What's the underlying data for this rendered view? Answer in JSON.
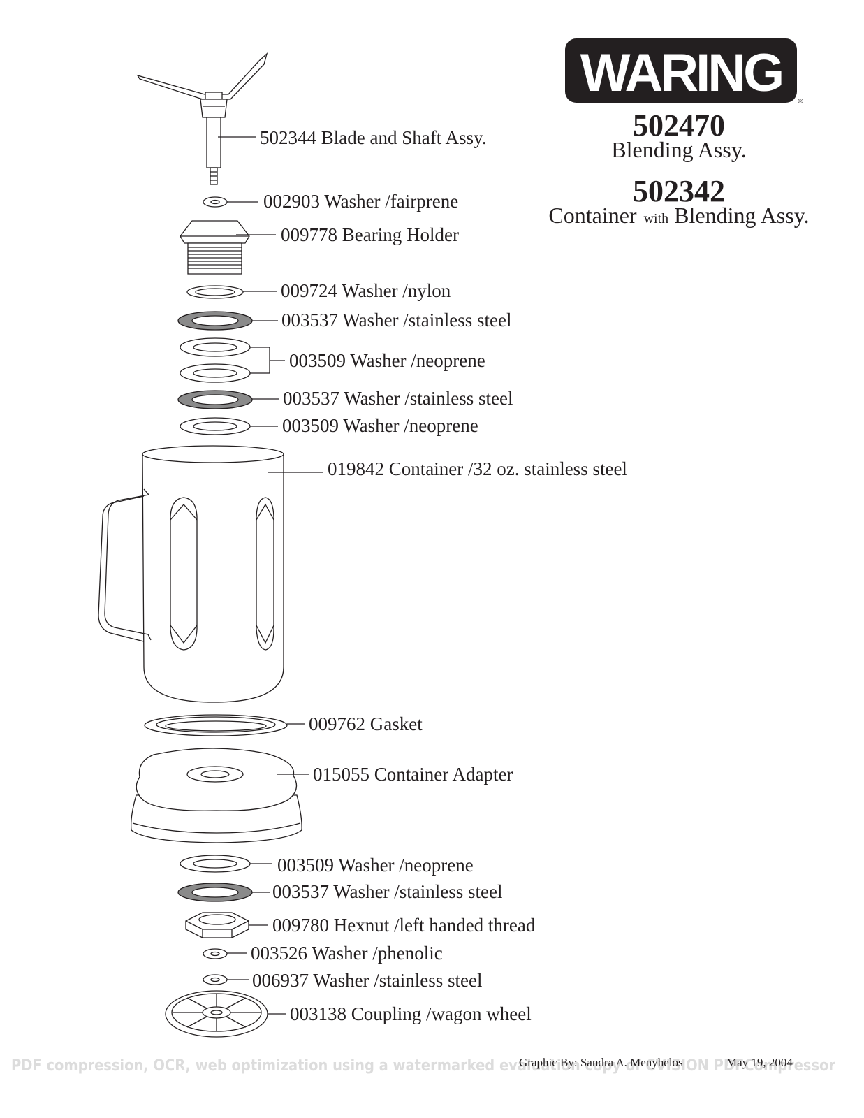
{
  "brand": {
    "logo_text": "WARING",
    "registered_mark": "®"
  },
  "header": {
    "model_1_number": "502470",
    "model_1_name": "Blending Assy.",
    "model_2_number": "502342",
    "model_2_name_part1": "Container",
    "model_2_name_with": "with",
    "model_2_name_part2": "Blending Assy."
  },
  "parts": [
    {
      "number": "502344",
      "name": "Blade and Shaft Assy."
    },
    {
      "number": "002903",
      "name": "Washer /fairprene"
    },
    {
      "number": "009778",
      "name": "Bearing Holder"
    },
    {
      "number": "009724",
      "name": "Washer /nylon"
    },
    {
      "number": "003537",
      "name": "Washer /stainless steel"
    },
    {
      "number": "003509",
      "name": "Washer /neoprene"
    },
    {
      "number": "003537",
      "name": "Washer /stainless steel"
    },
    {
      "number": "003509",
      "name": "Washer /neoprene"
    },
    {
      "number": "019842",
      "name": "Container /32 oz. stainless steel"
    },
    {
      "number": "009762",
      "name": "Gasket"
    },
    {
      "number": "015055",
      "name": "Container Adapter"
    },
    {
      "number": "003509",
      "name": "Washer /neoprene"
    },
    {
      "number": "003537",
      "name": "Washer /stainless steel"
    },
    {
      "number": "009780",
      "name": "Hexnut /left handed thread"
    },
    {
      "number": "003526",
      "name": "Washer /phenolic"
    },
    {
      "number": "006937",
      "name": "Washer /stainless steel"
    },
    {
      "number": "003138",
      "name": "Coupling /wagon wheel"
    }
  ],
  "labels": [
    "502344 Blade and Shaft Assy.",
    "002903 Washer /fairprene",
    "009778 Bearing Holder",
    "009724 Washer /nylon",
    "003537 Washer /stainless steel",
    "003509 Washer /neoprene",
    "003537 Washer /stainless steel",
    "003509 Washer /neoprene",
    "019842 Container /32 oz. stainless steel",
    "009762 Gasket",
    "015055 Container Adapter",
    "003509 Washer /neoprene",
    "003537 Washer /stainless steel",
    "009780 Hexnut /left handed thread",
    "003526 Washer /phenolic",
    "006937 Washer /stainless steel",
    "003138 Coupling /wagon wheel"
  ],
  "footer": {
    "credit": "Graphic By: Sandra A. Menyhelos",
    "date": "May 19, 2004",
    "watermark": "PDF compression, OCR, web optimization using a watermarked evaluation copy of CVISION PDFCompressor"
  },
  "colors": {
    "ink": "#231f20",
    "logo_background": "#231f20",
    "steel_washer_fill": "#8a8a8a",
    "watermark": "#dcdcdc"
  }
}
